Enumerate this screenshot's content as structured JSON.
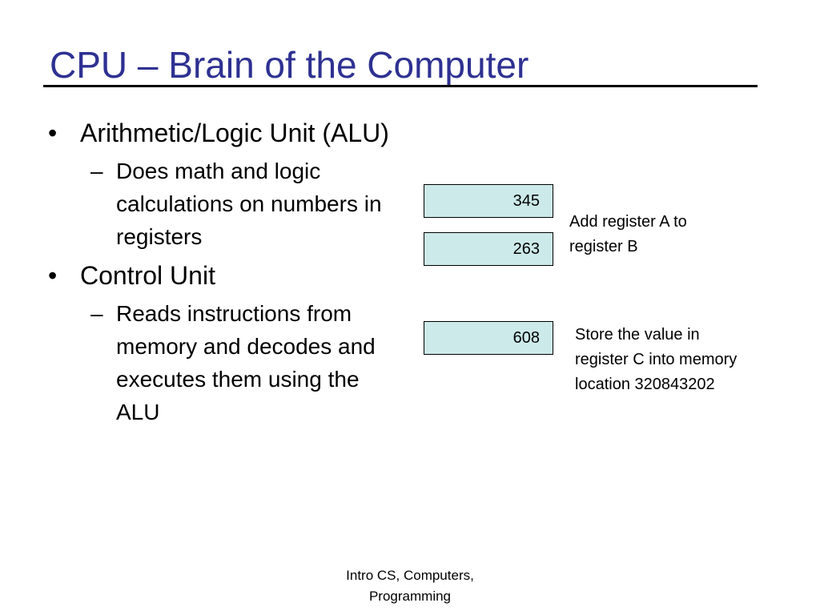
{
  "slide": {
    "title": "CPU – Brain of the Computer",
    "colors": {
      "title": "#2e3192",
      "rule": "#000000",
      "register_fill": "#cdeaea",
      "text": "#000000"
    },
    "bullets": [
      {
        "label": "Arithmetic/Logic Unit (ALU)",
        "sub": "Does math and logic calculations on numbers in registers"
      },
      {
        "label": "Control Unit",
        "sub": "Reads instructions from memory and decodes and executes them using the ALU"
      }
    ],
    "bullet_mark": "•",
    "sub_mark": "–",
    "registers": {
      "a": "345",
      "b": "263",
      "c": "608"
    },
    "notes": {
      "add": "Add register A to register B",
      "store": "Store the value in register C into memory location 320843202"
    },
    "footer": "Intro CS, Computers, Programming"
  }
}
